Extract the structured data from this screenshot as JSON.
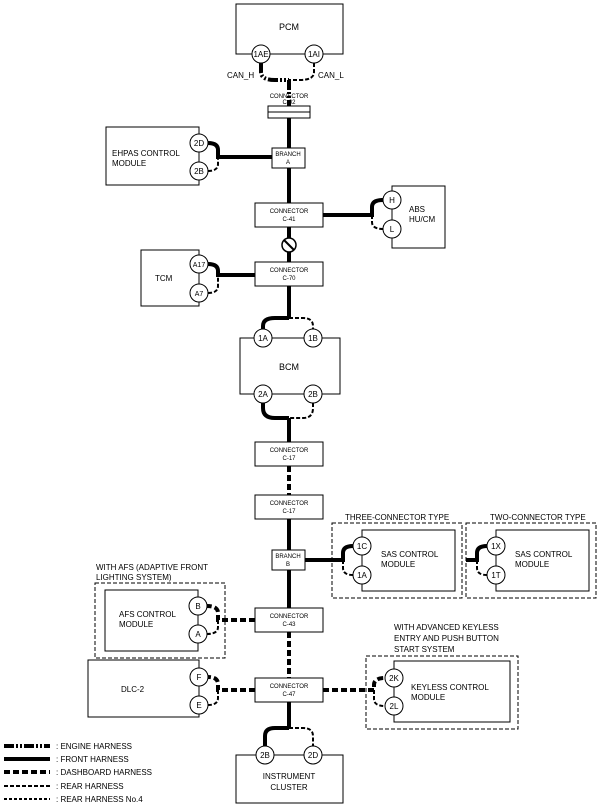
{
  "modules": {
    "pcm": "PCM",
    "ehpas": [
      "EHPAS CONTROL",
      "MODULE"
    ],
    "abs": [
      "ABS",
      "HU/CM"
    ],
    "tcm": "TCM",
    "bcm": "BCM",
    "afs": [
      "AFS CONTROL",
      "MODULE"
    ],
    "dlc": "DLC-2",
    "sas3": [
      "SAS CONTROL",
      "MODULE"
    ],
    "sas2": [
      "SAS CONTROL",
      "MODULE"
    ],
    "keyless": [
      "KEYLESS CONTROL",
      "MODULE"
    ],
    "cluster": [
      "INSTRUMENT",
      "CLUSTER"
    ]
  },
  "pins": {
    "pcm_h": "1AE",
    "pcm_l": "1AI",
    "ehpas_h": "2D",
    "ehpas_l": "2B",
    "abs_h": "H",
    "abs_l": "L",
    "tcm_h": "A17",
    "tcm_l": "A7",
    "bcm_top_h": "1A",
    "bcm_top_l": "1B",
    "bcm_bot_h": "2A",
    "bcm_bot_l": "2B",
    "sas3_h": "1C",
    "sas3_l": "1A",
    "sas2_h": "1X",
    "sas2_l": "1T",
    "afs_h": "B",
    "afs_l": "A",
    "dlc_h": "F",
    "dlc_l": "E",
    "key_h": "2K",
    "key_l": "2L",
    "clu_h": "2B",
    "clu_l": "2D"
  },
  "connectors": {
    "c02": [
      "CONNECTOR",
      "C-02"
    ],
    "branchA": [
      "BRANCH",
      "A"
    ],
    "c41": [
      "CONNECTOR",
      "C-41"
    ],
    "c70": [
      "CONNECTOR",
      "C-70"
    ],
    "c17a": [
      "CONNECTOR",
      "C-17"
    ],
    "c17b": [
      "CONNECTOR",
      "C-17"
    ],
    "branchB": [
      "BRANCH",
      "B"
    ],
    "c43": [
      "CONNECTOR",
      "C-43"
    ],
    "c47": [
      "CONNECTOR",
      "C-47"
    ]
  },
  "labels": {
    "can_h": "CAN_H",
    "can_l": "CAN_L",
    "three_conn": "THREE-CONNECTOR TYPE",
    "two_conn": "TWO-CONNECTOR TYPE",
    "afs_note": [
      "WITH AFS (ADAPTIVE FRONT",
      "LIGHTING SYSTEM)"
    ],
    "keyless_note": [
      "WITH ADVANCED KEYLESS",
      "ENTRY AND PUSH BUTTON",
      "START SYSTEM"
    ]
  },
  "legend": [
    {
      "style": "engine",
      "label": ": ENGINE HARNESS"
    },
    {
      "style": "front",
      "label": ": FRONT HARNESS"
    },
    {
      "style": "dashboard",
      "label": ": DASHBOARD HARNESS"
    },
    {
      "style": "rear",
      "label": ": REAR HARNESS"
    },
    {
      "style": "rear4",
      "label": ": REAR HARNESS No.4"
    }
  ]
}
